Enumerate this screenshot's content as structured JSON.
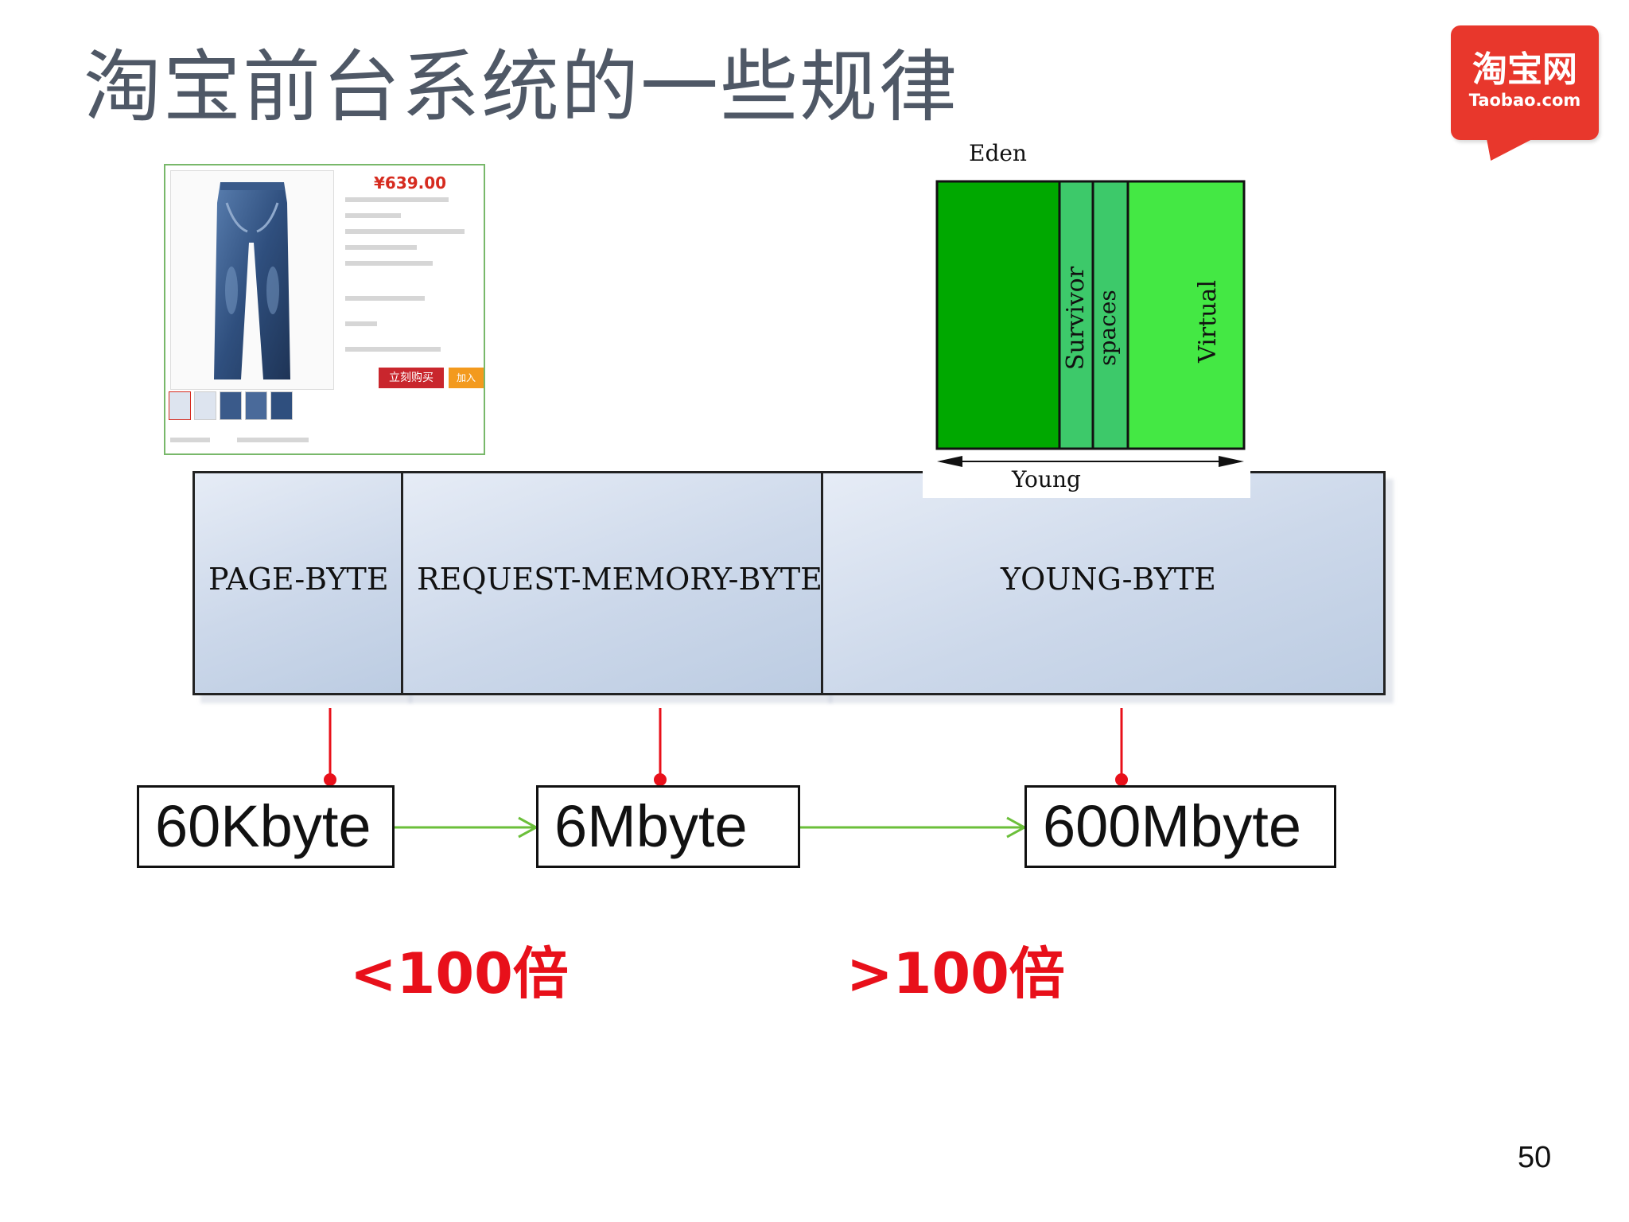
{
  "title": "淘宝前台系统的一些规律",
  "logo": {
    "cn": "淘宝网",
    "en": "Taobao.com",
    "color": "#e8372c"
  },
  "product": {
    "price": "¥639.00",
    "buy_label": "立刻购买",
    "cart_label": "加入"
  },
  "eden_diagram": {
    "eden": "Eden",
    "survivor": "Survivor",
    "spaces": "spaces",
    "virtual": "Virtual",
    "young": "Young",
    "colors": {
      "eden": "#00a800",
      "survivor": "#3dc96a",
      "virtual": "#44e844"
    }
  },
  "memory_bar": {
    "page": "PAGE-BYTE",
    "request": "REQUEST-MEMORY-BYTE",
    "young": "YOUNG-BYTE"
  },
  "sizes": {
    "page": "60Kbyte",
    "request": "6Mbyte",
    "young": "600Mbyte"
  },
  "ratios": {
    "first": "<100倍",
    "second": ">100倍",
    "color": "#e8101a"
  },
  "page_number": "50"
}
